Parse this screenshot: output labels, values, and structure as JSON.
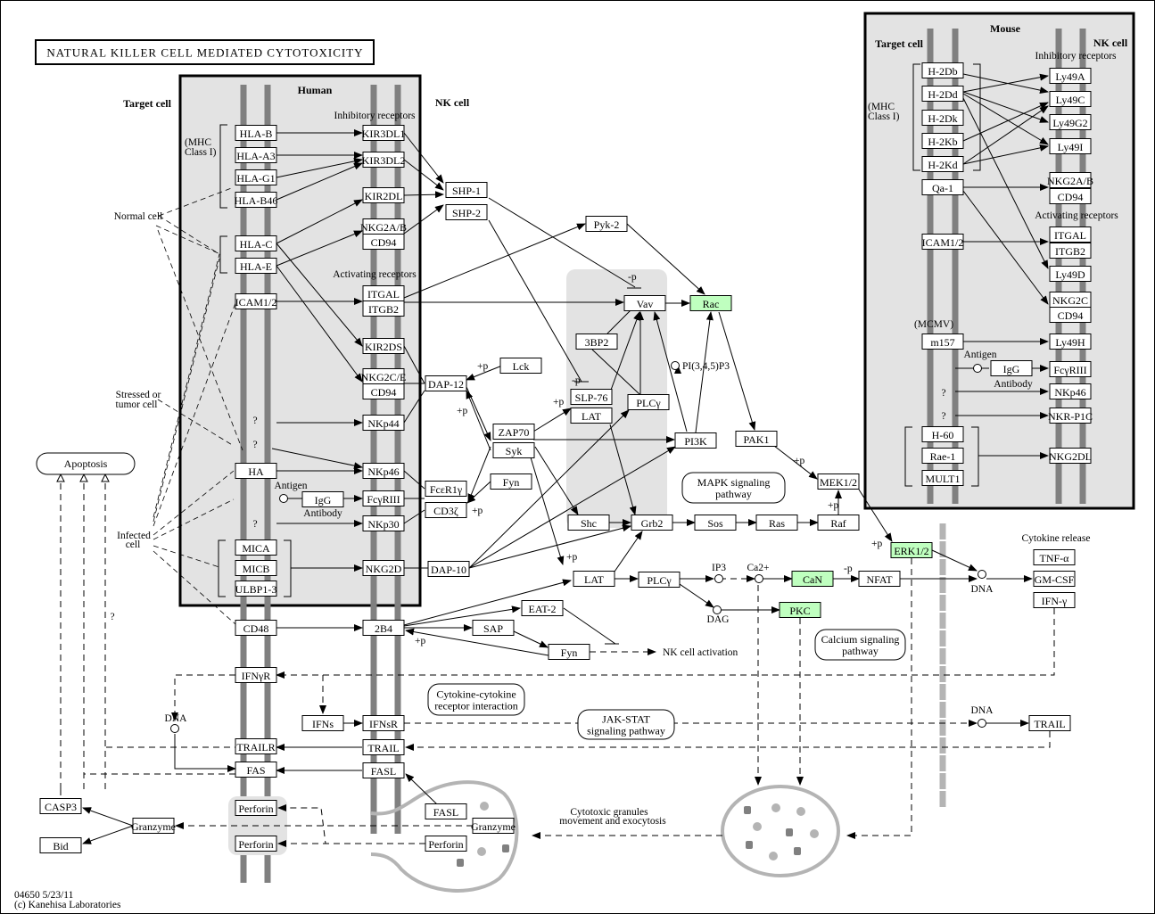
{
  "title": "NATURAL KILLER CELL MEDIATED CYTOTOXICITY",
  "footer": {
    "line1": "04650 5/23/11",
    "line2": "(c) Kanehisa Laboratories"
  },
  "labels": {
    "human": "Human",
    "mouse": "Mouse",
    "target_cell": "Target cell",
    "nk_cell": "NK cell",
    "target_cell_m": "Target cell",
    "nk_cell_m": "NK cell",
    "inhibitory": "Inhibitory receptors",
    "activating": "Activating receptors",
    "inhibitory_m": "Inhibitory receptors",
    "activating_m": "Activating receptors",
    "mhc1": "(MHC",
    "mhc2": "Class I)",
    "mhc1_m": "(MHC",
    "mhc2_m": "Class I)",
    "mcmv": "(MCMV)",
    "normal_cell": "Normal cell",
    "stressed1": "Stressed or",
    "stressed2": "tumor cell",
    "infected1": "Infected",
    "infected2": "cell",
    "antigen": "Antigen",
    "antibody": "Antibody",
    "antigen_m": "Antigen",
    "antibody_m": "Antibody",
    "q1": "?",
    "q2": "?",
    "q3": "?",
    "q4": "?",
    "q5": "?",
    "q6": "?",
    "nk_activation": "NK cell activation",
    "cytokine_release": "Cytokine release",
    "dna1": "DNA",
    "dna2": "DNA",
    "dna3": "DNA",
    "dag": "DAG",
    "ip3": "IP3",
    "ca": "Ca2+",
    "pip3": "PI(3,4,5)P3",
    "cytotoxic1": "Cytotoxic granules",
    "cytotoxic2": "movement and exocytosis",
    "p1": "+p",
    "p2": "+p",
    "p3": "+p",
    "p4": "+p",
    "p5": "+p",
    "p6": "+p",
    "p7": "+p",
    "p8": "+p",
    "mp1": "-p",
    "mp2": "-p",
    "mp3": "-p"
  },
  "pathways": {
    "apoptosis": "Apoptosis",
    "mapk1": "MAPK signaling",
    "mapk2": "pathway",
    "calcium1": "Calcium signaling",
    "calcium2": "pathway",
    "cytokine1": "Cytokine-cytokine",
    "cytokine2": "receptor interaction",
    "jakstat1": "JAK-STAT",
    "jakstat2": "signaling pathway"
  },
  "nodes": {
    "HLA_B": "HLA-B",
    "HLA_A3": "HLA-A3",
    "HLA_G1": "HLA-G1",
    "HLA_B46": "HLA-B46",
    "HLA_C": "HLA-C",
    "HLA_E": "HLA-E",
    "ICAM": "ICAM1/2",
    "HA": "HA",
    "MICA": "MICA",
    "MICB": "MICB",
    "ULBP": "ULBP1-3",
    "CD48": "CD48",
    "IFNGR": "IFNγR",
    "TRAILR": "TRAILR",
    "FAS": "FAS",
    "PERF1": "Perforin",
    "PERF2": "Perforin",
    "KIR3DL1": "KIR3DL1",
    "KIR3DL2": "KIR3DL2",
    "KIR2DL": "KIR2DL",
    "NKG2AB": "NKG2A/B",
    "CD94a": "CD94",
    "ITGAL": "ITGAL",
    "ITGB2": "ITGB2",
    "KIR2DS": "KIR2DS",
    "NKG2CE": "NKG2C/E",
    "CD94b": "CD94",
    "NKp44": "NKp44",
    "NKp46": "NKp46",
    "FCGR": "FcγRIII",
    "NKp30": "NKp30",
    "NKG2D": "NKG2D",
    "B2B4": "2B4",
    "IFNsR": "IFNsR",
    "TRAIL": "TRAIL",
    "FASL": "FASL",
    "IFNs": "IFNs",
    "IgG": "IgG",
    "SHP1": "SHP-1",
    "SHP2": "SHP-2",
    "Pyk2": "Pyk-2",
    "Vav": "Vav",
    "Rac": "Rac",
    "BP2": "3BP2",
    "Lck": "Lck",
    "DAP12": "DAP-12",
    "SLP76": "SLP-76",
    "LATa": "LAT",
    "PLCg1": "PLCγ",
    "ZAP70": "ZAP70",
    "Syk": "Syk",
    "PI3K": "PI3K",
    "PAK1": "PAK1",
    "Fyn1": "Fyn",
    "FCER": "FcεR1γ",
    "CD3Z": "CD3ζ",
    "Shc": "Shc",
    "Grb2": "Grb2",
    "Sos": "Sos",
    "Ras": "Ras",
    "Raf": "Raf",
    "MEK": "MEK1/2",
    "ERK": "ERK1/2",
    "DAP10": "DAP-10",
    "LATb": "LAT",
    "PLCg2": "PLCγ",
    "CaN": "CaN",
    "NFAT": "NFAT",
    "PKC": "PKC",
    "EAT2": "EAT-2",
    "SAP": "SAP",
    "Fyn2": "Fyn",
    "TNFa": "TNF-α",
    "GMCSF": "GM-CSF",
    "IFNg": "IFN-γ",
    "TRAIL2": "TRAIL",
    "CASP3": "CASP3",
    "Bid": "Bid",
    "Granz1": "Granzyme",
    "FASL2": "FASL",
    "Granz2": "Granzyme",
    "Perf3": "Perforin",
    "H2Db": "H-2Db",
    "H2Dd": "H-2Dd",
    "H2Dk": "H-2Dk",
    "H2Kb": "H-2Kb",
    "H2Kd": "H-2Kd",
    "Qa1": "Qa-1",
    "ICAMm": "ICAM1/2",
    "m157": "m157",
    "IgGm": "IgG",
    "H60": "H-60",
    "Rae1": "Rae-1",
    "MULT1": "MULT1",
    "Ly49A": "Ly49A",
    "Ly49C": "Ly49C",
    "Ly49G2": "Ly49G2",
    "Ly49I": "Ly49I",
    "NKG2ABm": "NKG2A/B",
    "CD94m": "CD94",
    "ITGALm": "ITGAL",
    "ITGB2m": "ITGB2",
    "Ly49D": "Ly49D",
    "NKG2Cm": "NKG2C",
    "CD94m2": "CD94",
    "Ly49H": "Ly49H",
    "FCGRm": "FcγRIII",
    "NKp46m": "NKp46",
    "NKRP1C": "NKR-P1C",
    "NKG2DL": "NKG2DL"
  },
  "highlighted": [
    "Rac",
    "ERK",
    "CaN",
    "PKC"
  ],
  "colors": {
    "highlight": "#bfffbf",
    "membrane": "#808080",
    "region": "#e3e3e3",
    "granule": "#b4b4b4"
  }
}
